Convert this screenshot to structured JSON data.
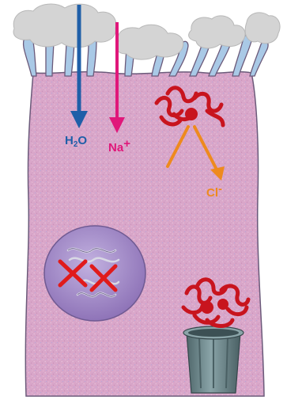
{
  "labels": {
    "water": "H",
    "water_sub": "2",
    "water_tail": "O",
    "sodium": "Na",
    "sodium_sup": "+",
    "chloride": "Cl",
    "chloride_sup": "-"
  },
  "colors": {
    "cell_fill": "#d9a6c9",
    "cell_outline": "#6b5a7a",
    "mucus": "#d4d4d4",
    "microvilli_inner": "#a9c9e6",
    "water_arrow": "#1f5fa8",
    "sodium_arrow": "#e0177a",
    "chloride_arrow": "#ee8a1e",
    "protein": "#c8141e",
    "nucleus": "#a78fc9",
    "cross": "#e01b1b",
    "trash_can": "#6e8a8e"
  },
  "icons": {
    "trash": "trash-can-icon",
    "protein": "cftr-protein-icon",
    "dna": "dna-strand-icon"
  }
}
